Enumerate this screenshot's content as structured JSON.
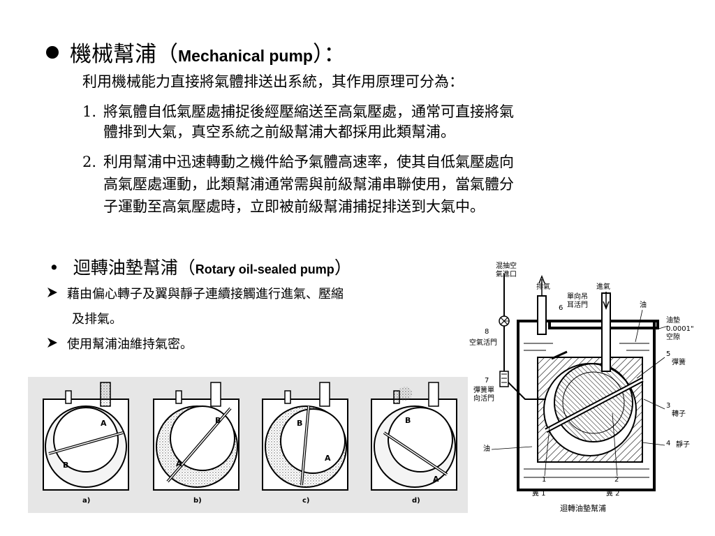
{
  "heading": {
    "bullet_icon": "filled-circle",
    "title_cn": "機械幫浦（",
    "title_en": "Mechanical pump",
    "title_end": "）："
  },
  "intro": "利用機械能力直接將氣體排送出系統，其作用原理可分為：",
  "items": [
    {
      "num": "1.",
      "lines": [
        "將氣體自低氣壓處捕捉後經壓縮送至高氣壓處，通常可直接將氣",
        "體排到大氣，真空系統之前級幫浦大都採用此類幫浦。"
      ]
    },
    {
      "num": "2.",
      "lines": [
        "利用幫浦中迅速轉動之機件給予氣體高速率，使其自低氣壓處向",
        "高氣壓處運動，此類幫浦通常需與前級幫浦串聯使用，當氣體分",
        "子運動至高氣壓處時，立即被前級幫浦捕捉排送到大氣中。"
      ]
    }
  ],
  "rotary": {
    "bullet": "•",
    "title_cn": "迴轉油墊幫浦（",
    "title_en": "Rotary oil-sealed pump",
    "title_end": "）",
    "points": [
      {
        "icon": "arrow-bullet-icon",
        "lines": [
          "藉由偏心轉子及翼與靜子連續接觸進行進氣、壓縮",
          "及排氣。"
        ]
      },
      {
        "icon": "arrow-bullet-icon",
        "lines": [
          "使用幫浦油維持氣密。"
        ]
      }
    ]
  },
  "stage_diagrams": {
    "captions": [
      "a)",
      "b)",
      "c)",
      "d)"
    ],
    "vane_labels": [
      "A",
      "B"
    ]
  },
  "pump_diagram": {
    "labels": {
      "inlet_port": [
        "混抽空",
        "氣進口"
      ],
      "exhaust": "排氣",
      "intake": "進氣",
      "check_valve": [
        "單向吊",
        "耳活門"
      ],
      "oil_top": "油",
      "oil_seal": [
        "油墊",
        "0.0001\"",
        "空隙"
      ],
      "air_valve": "空氣活門",
      "spring": "彈簧",
      "spring_valve": [
        "彈簧單",
        "向活門"
      ],
      "rotor": "轉子",
      "oil_bottom": "油",
      "stator": "靜子",
      "vane1": "翼 1",
      "vane2": "翼 2",
      "caption": "迴轉油墊幫浦"
    },
    "numbers": [
      "1",
      "2",
      "3",
      "4",
      "5",
      "6",
      "7",
      "8"
    ]
  }
}
